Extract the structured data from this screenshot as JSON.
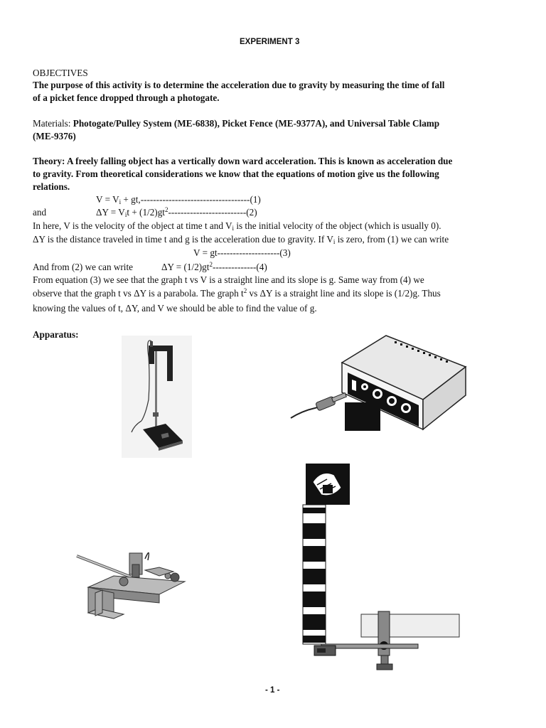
{
  "header": {
    "title": "EXPERIMENT 3"
  },
  "objectives": {
    "heading": "OBJECTIVES",
    "line1": "The purpose of this activity is to determine the acceleration due to gravity by measuring the time of fall",
    "line2": "of a picket fence dropped through a photogate."
  },
  "materials": {
    "label": "Materials:",
    "line1": "Photogate/Pulley System (ME-6838), Picket Fence (ME-9377A), and Universal Table Clamp",
    "line2": "(ME-9376)"
  },
  "theory": {
    "line1": "Theory: A freely falling object has a vertically down ward acceleration. This is known as acceleration due",
    "line2": "to gravity. From theoretical considerations we know that the equations of motion give us the following",
    "line3": "relations."
  },
  "equations": {
    "eq1": {
      "lhs": "V = V",
      "sub": "i",
      "rhs": " + gt,",
      "dashes": "-----------------------------------",
      "num": "(1)"
    },
    "eq2": {
      "lead": "and",
      "lhs": "ΔY = V",
      "sub": "i",
      "mid": "t + (1/2)gt",
      "sup": "2",
      "dashes": "-------------------------",
      "num": "(2)"
    }
  },
  "explanation": {
    "line1_a": "In here, V is the velocity of the object at time t and V",
    "line1_sub": "i",
    "line1_b": " is the initial velocity of the object (which is usually 0).",
    "line2_a": "ΔY is the distance traveled in time t and g is the acceleration due to gravity. If V",
    "line2_sub": "i",
    "line2_b": " is zero, from (1) we can write",
    "eq3": "V = gt--------------------(3)",
    "line4_a": "And from (2) we can write",
    "line4_eq": "ΔY = (1/2)gt",
    "line4_sup": "2",
    "line4_b": "--------------(4)",
    "line5": "From equation (3) we see that the graph t vs V is a straight line and its slope is g. Same way from (4) we",
    "line6_a": "observe that the graph t vs ΔY is a parabola. The graph t",
    "line6_sup": "2",
    "line6_b": " vs ΔY is a straight line and its slope is (1/2)g. Thus",
    "line7": "knowing the values of t, ΔY, and V we should be able to find the value of g."
  },
  "apparatus": {
    "heading": "Apparatus:"
  },
  "footer": {
    "page": "- 1 -"
  }
}
